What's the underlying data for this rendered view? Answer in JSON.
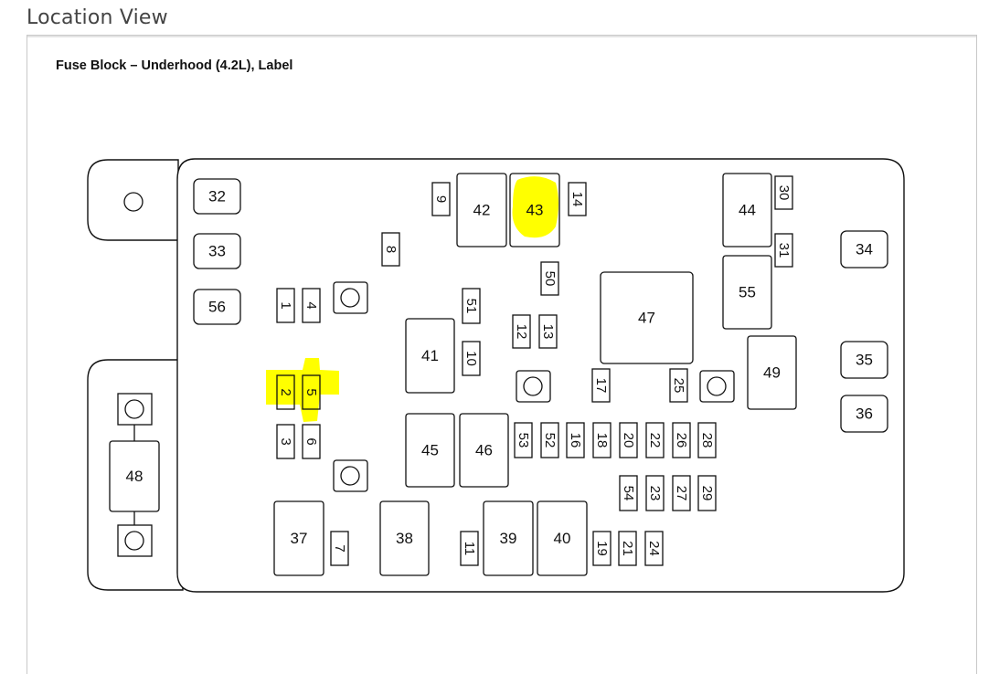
{
  "page": {
    "heading": "Location View"
  },
  "diagram": {
    "title": "Fuse Block – Underhood (4.2L), Label",
    "highlight_color": "#ffff00",
    "highlighted": [
      "2",
      "5",
      "43"
    ],
    "labels": {
      "f1": "1",
      "f2": "2",
      "f3": "3",
      "f4": "4",
      "f5": "5",
      "f6": "6",
      "f7": "7",
      "f8": "8",
      "f9": "9",
      "f10": "10",
      "f11": "11",
      "f12": "12",
      "f13": "13",
      "f14": "14",
      "f16": "16",
      "f17": "17",
      "f18": "18",
      "f19": "19",
      "f20": "20",
      "f21": "21",
      "f22": "22",
      "f23": "23",
      "f24": "24",
      "f25": "25",
      "f26": "26",
      "f27": "27",
      "f28": "28",
      "f29": "29",
      "f30": "30",
      "f31": "31",
      "f32": "32",
      "f33": "33",
      "f34": "34",
      "f35": "35",
      "f36": "36",
      "f37": "37",
      "f38": "38",
      "f39": "39",
      "f40": "40",
      "f41": "41",
      "f42": "42",
      "f43": "43",
      "f44": "44",
      "f45": "45",
      "f46": "46",
      "f47": "47",
      "f48": "48",
      "f49": "49",
      "f50": "50",
      "f51": "51",
      "f52": "52",
      "f53": "53",
      "f54": "54",
      "f55": "55",
      "f56": "56"
    }
  }
}
